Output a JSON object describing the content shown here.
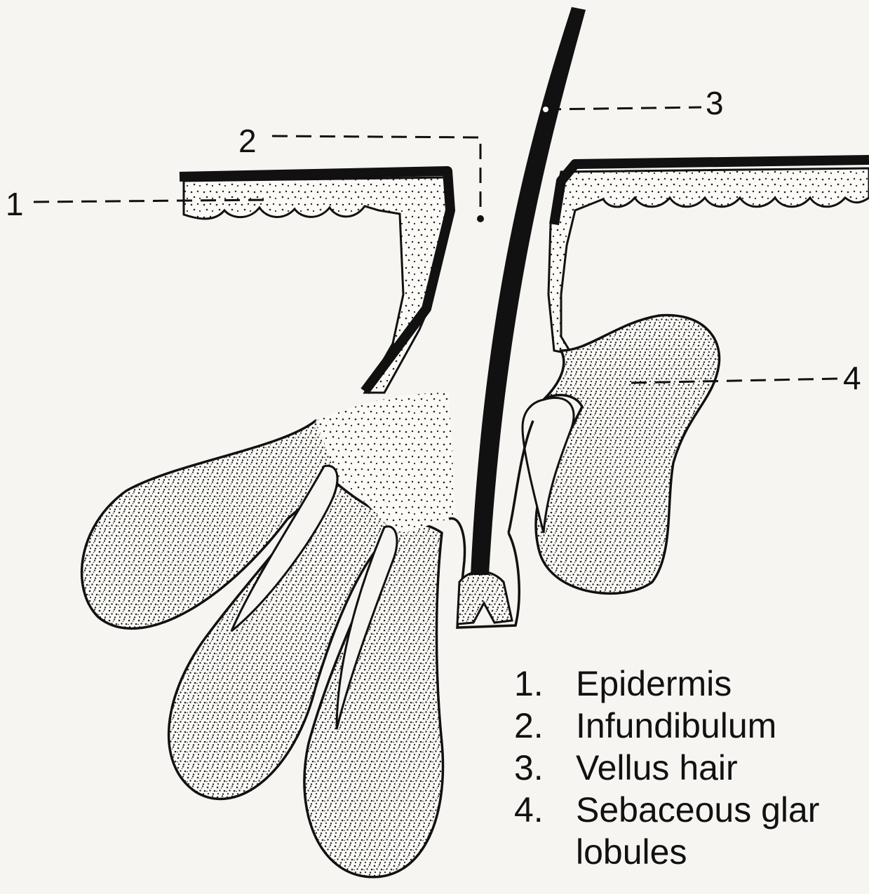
{
  "callouts": {
    "c1": "1",
    "c2": "2",
    "c3": "3",
    "c4": "4"
  },
  "legend": [
    {
      "num": "1.",
      "text": "Epidermis"
    },
    {
      "num": "2.",
      "text": "Infundibulum"
    },
    {
      "num": "3.",
      "text": "Vellus hair"
    },
    {
      "num": "4.",
      "text": "Sebaceous glar"
    }
  ],
  "legend_continuation": "lobules"
}
